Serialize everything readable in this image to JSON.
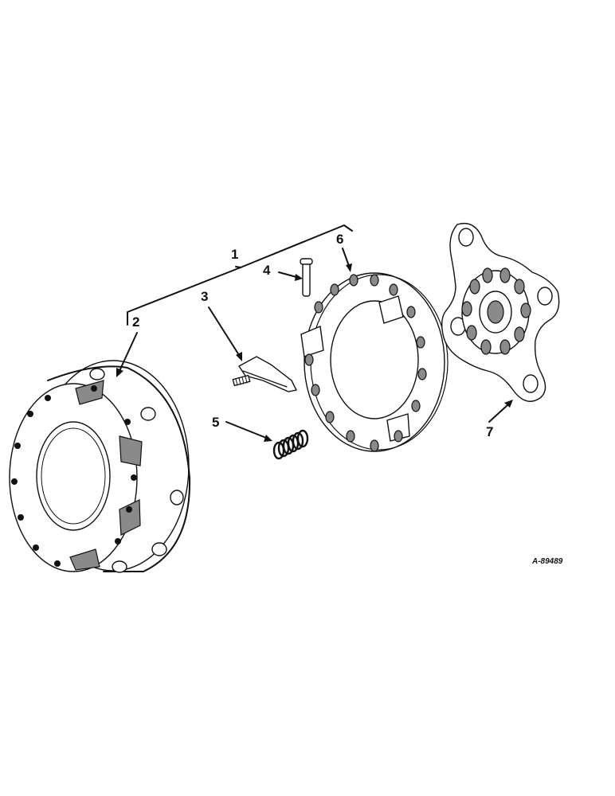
{
  "callouts": {
    "c1": "1",
    "c2": "2",
    "c3": "3",
    "c4": "4",
    "c5": "5",
    "c6": "6",
    "c7": "7"
  },
  "reference": "A-89489",
  "colors": {
    "ink": "#111111",
    "shade": "#8a8a8a",
    "background": "#ffffff"
  }
}
